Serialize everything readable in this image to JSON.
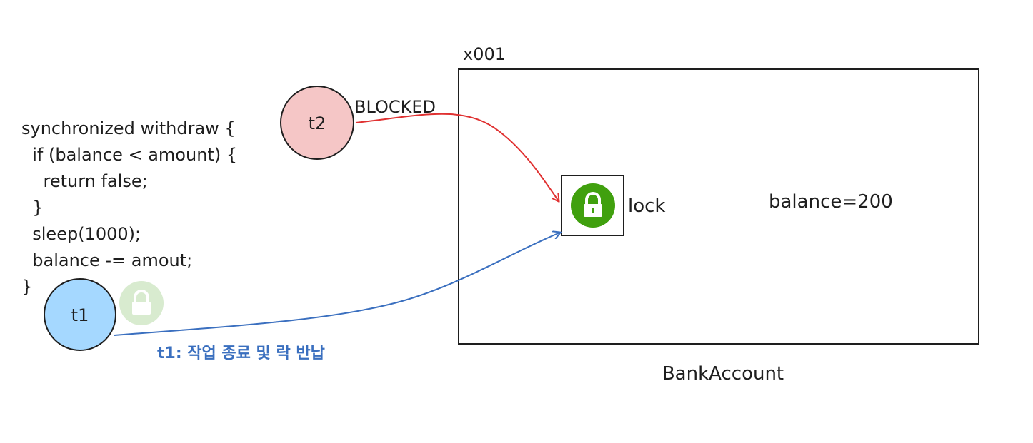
{
  "code_lines": [
    "synchronized withdraw {",
    "  if (balance < amount) {",
    "    return false;",
    "  }",
    "  sleep(1000);",
    "  balance -= amout;",
    "}"
  ],
  "threads": {
    "t2": {
      "label": "t2",
      "state_label": "BLOCKED",
      "fill": "#f5c6c6",
      "arrow_color": "#e03131"
    },
    "t1": {
      "label": "t1",
      "note": "t1: 작업 종료 및 락 반납",
      "fill": "#a5d8ff",
      "arrow_color": "#3a6fbf"
    }
  },
  "object": {
    "address": "x001",
    "class_name": "BankAccount",
    "lock_label": "lock",
    "field": "balance=200"
  },
  "colors": {
    "lock_green": "#40a00e",
    "released_lock": "#d8ebcf",
    "note_blue": "#3a6fbf"
  },
  "icons": {
    "object_lock": "padlock-icon",
    "released_lock": "padlock-icon"
  }
}
